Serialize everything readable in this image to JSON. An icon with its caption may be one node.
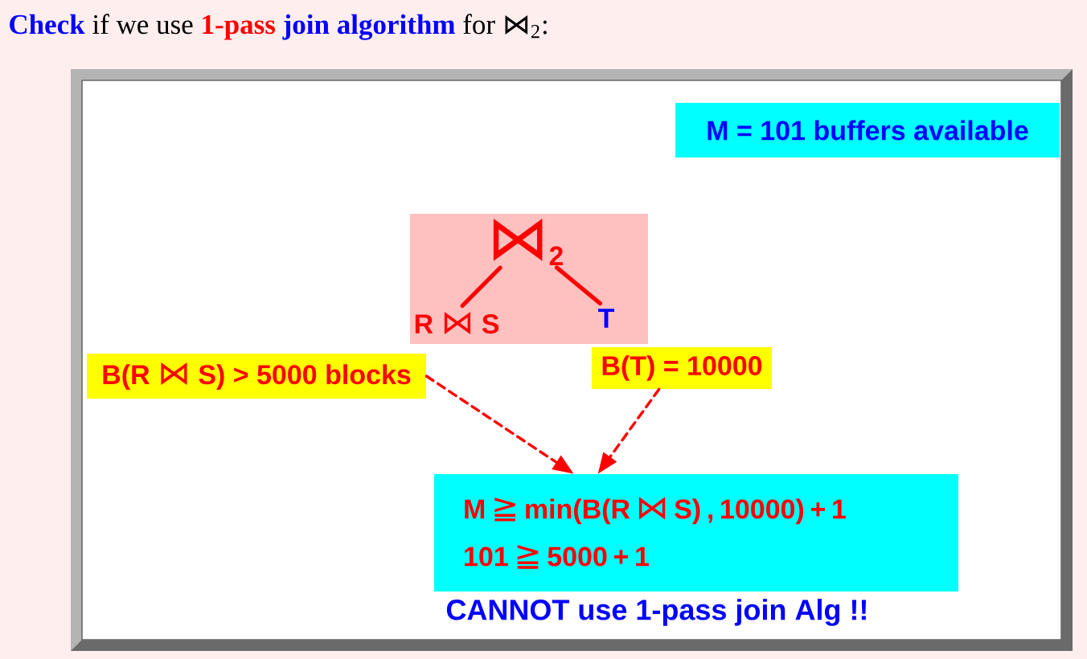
{
  "diagram": {
    "title": "**Check** if we use **1-pass** **join algorithm** for ⋈$_{2}$:",
    "nodes": [
      {
        "text": [
          "M = 101 buffers available"
        ]
      },
      {
        "text": [],
        "shape": "box"
      },
      {
        "text": [
          "⋈$_{2}$"
        ],
        "in": 1
      },
      {
        "text": [
          "R ⋈ S"
        ],
        "in": 1
      },
      {
        "text": [
          "T"
        ],
        "in": 1
      },
      {
        "text": [
          "B(R ⋈ S) > 5000 blocks"
        ]
      },
      {
        "text": [
          "B(T) = 10000"
        ]
      },
      {
        "text": [
          "M ≧ min(B(R ⋈ S) , 10000) + 1",
          "101 ≧ 5000 + 1"
        ]
      }
    ],
    "edges": [
      {
        "from": 2,
        "to": 3,
        "arrow": "none"
      },
      {
        "from": 2,
        "to": 4,
        "arrow": "none"
      },
      {
        "from": 5,
        "to": 7,
        "arrow": "to",
        "style": "dashed"
      },
      {
        "from": 6,
        "to": 7,
        "arrow": "to",
        "style": "dashed"
      }
    ],
    "labels": [
      "CANNOT use 1-pass join Alg !!"
    ]
  }
}
